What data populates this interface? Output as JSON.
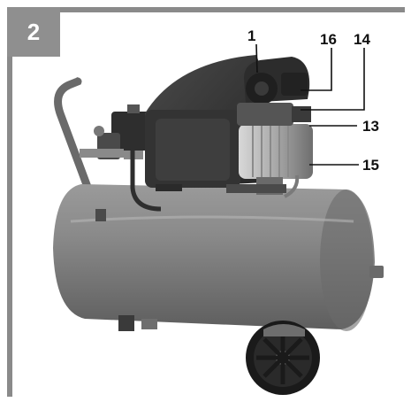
{
  "figure": {
    "number": "2"
  },
  "callouts": [
    {
      "id": "c1",
      "label": "1"
    },
    {
      "id": "c16",
      "label": "16"
    },
    {
      "id": "c14",
      "label": "14"
    },
    {
      "id": "c13",
      "label": "13"
    },
    {
      "id": "c15",
      "label": "15"
    }
  ],
  "colors": {
    "frame": "#8a8a8a",
    "tank": "#7d7d7d",
    "motor": "#3a3a3a",
    "badge_text": "#ffffff"
  }
}
